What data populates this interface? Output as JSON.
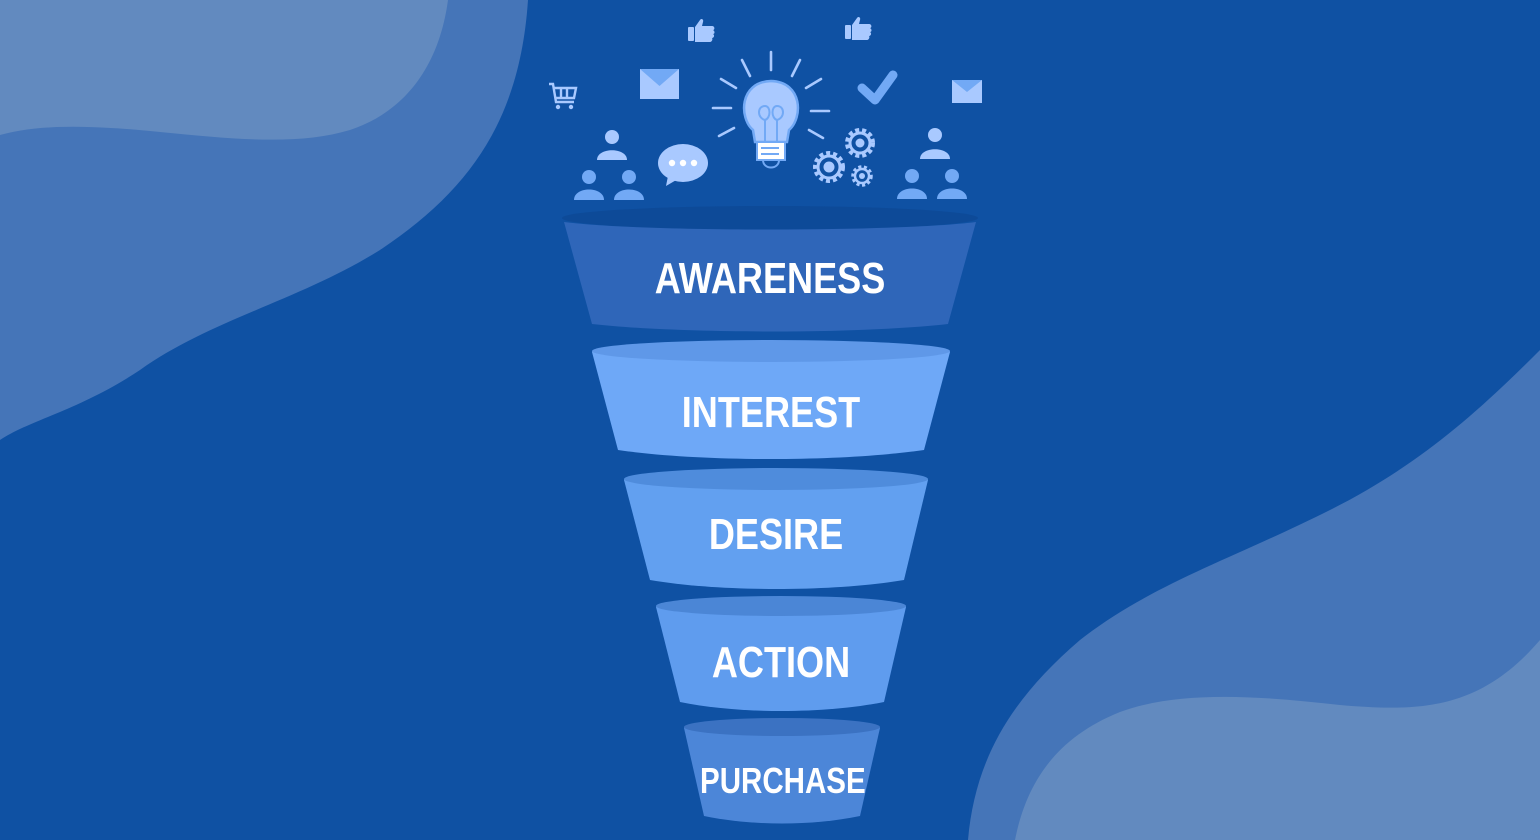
{
  "diagram": {
    "type": "marketing-funnel",
    "colors": {
      "background": "#0f51a3",
      "blob_mid": "#4575b8",
      "blob_light": "#628abf",
      "icon_light": "#a9c9ff",
      "icon_mid": "#72a9f5",
      "label_text": "#ffffff"
    },
    "stages": [
      {
        "label": "AWARENESS",
        "fill": "#2f66b9",
        "rim": "#0d4a98"
      },
      {
        "label": "INTEREST",
        "fill": "#6ea8f7",
        "rim": "#5f98e8"
      },
      {
        "label": "DESIRE",
        "fill": "#62a0f0",
        "rim": "#4f8cdc"
      },
      {
        "label": "ACTION",
        "fill": "#5f9cee",
        "rim": "#4b86d6"
      },
      {
        "label": "PURCHASE",
        "fill": "#4c86d8",
        "rim": "#3b72c2"
      }
    ],
    "icons": [
      "thumbs-up-icon",
      "thumbs-up-icon",
      "shopping-cart-icon",
      "envelope-icon",
      "envelope-icon",
      "lightbulb-icon",
      "checkmark-icon",
      "gears-icon",
      "chat-bubble-icon",
      "people-group-icon",
      "people-group-icon"
    ]
  }
}
